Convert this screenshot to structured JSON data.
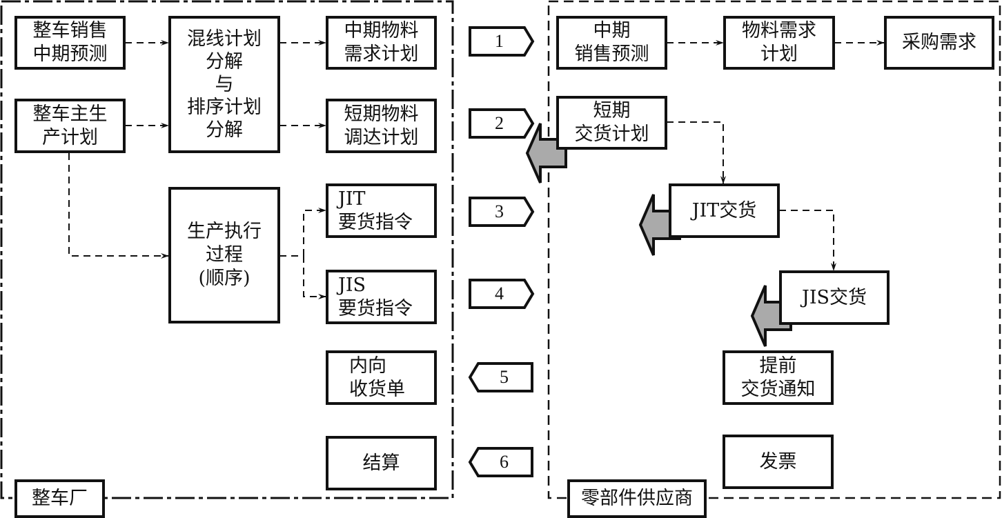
{
  "title": "整车厂与零部件供应商之间的物料与信息流",
  "colors": {
    "stroke": "#111111",
    "arrow_fill": "#aaaaaa",
    "background": "#ffffff"
  },
  "oem": {
    "label": "整车厂",
    "boxes": {
      "sales_forecast": "整车销售\n中期预测",
      "master_plan": "整车主生\n产计划",
      "mix_plan": "混线计划\n分解\n与\n排序计划\n分解",
      "mid_material": "中期物料\n需求计划",
      "short_material": "短期物料\n调达计划",
      "execution": "生产执行\n过程\n(顺序)",
      "jit_order": "JIT\n要货指令",
      "jis_order": "JIS\n要货指令",
      "inbound": "内向\n收货单",
      "settlement": "结算"
    }
  },
  "supplier": {
    "label": "零部件供应商",
    "boxes": {
      "mid_forecast": "中期\n销售预测",
      "material_plan": "物料需求\n计划",
      "purchase": "采购需求",
      "short_delivery": "短期\n交货计划",
      "jit_delivery": "JIT交货",
      "jis_delivery": "JIS交货",
      "advance_notice": "提前\n交货通知",
      "invoice": "发票"
    }
  },
  "exchanges": [
    {
      "num": "1",
      "direction": "to-supplier"
    },
    {
      "num": "2",
      "direction": "to-supplier"
    },
    {
      "num": "3",
      "direction": "to-supplier"
    },
    {
      "num": "4",
      "direction": "to-supplier"
    },
    {
      "num": "5",
      "direction": "to-oem"
    },
    {
      "num": "6",
      "direction": "to-oem"
    }
  ]
}
